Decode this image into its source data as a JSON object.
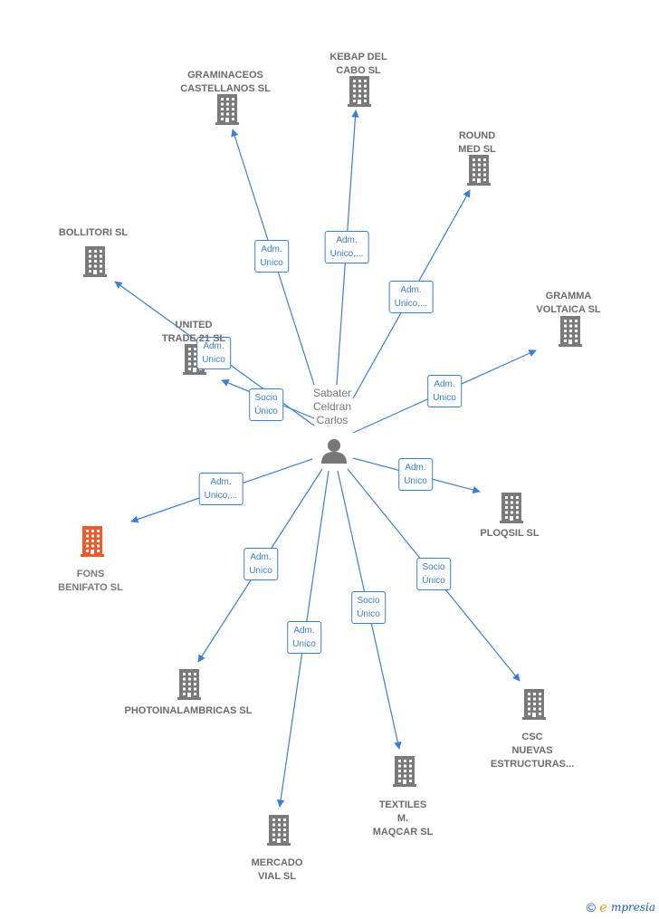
{
  "colors": {
    "edge": "#3a7fd5",
    "company_icon": "#7a7a7a",
    "focus_company_icon": "#ef5a2a",
    "person_icon": "#777777"
  },
  "center": {
    "label": "Sabater\nCeldran\nCarlos",
    "icon": "person-icon"
  },
  "companies": [
    {
      "id": "graminaceos",
      "label": "GRAMINACEOS\nCASTELLANOS SL",
      "focus": false
    },
    {
      "id": "kebap",
      "label": "KEBAP DEL\nCABO  SL",
      "focus": false
    },
    {
      "id": "round",
      "label": "ROUND\nMED SL",
      "focus": false
    },
    {
      "id": "bollitori",
      "label": "BOLLITORI SL",
      "focus": false
    },
    {
      "id": "united",
      "label": "UNITED\nTRADE 21  SL",
      "focus": false
    },
    {
      "id": "gramma",
      "label": "GRAMMA\nVOLTAICA SL",
      "focus": false
    },
    {
      "id": "ploqsil",
      "label": "PLOQSIL SL",
      "focus": false
    },
    {
      "id": "fons",
      "label": "FONS\nBENIFATO  SL",
      "focus": true
    },
    {
      "id": "photo",
      "label": "PHOTOINALAMBRICAS SL",
      "focus": false
    },
    {
      "id": "csc",
      "label": "CSC\nNUEVAS\nESTRUCTURAS...",
      "focus": false
    },
    {
      "id": "textiles",
      "label": "TEXTILES\nM.\nMAQCAR  SL",
      "focus": false
    },
    {
      "id": "mercado",
      "label": "MERCADO\nVIAL SL",
      "focus": false
    }
  ],
  "edges": [
    {
      "to": "graminaceos",
      "label": "Adm.\nUnico"
    },
    {
      "to": "kebap",
      "label": "Adm.\nUnico,..."
    },
    {
      "to": "round",
      "label": "Adm.\nUnico,..."
    },
    {
      "to": "bollitori",
      "label": "Adm.\nUnico"
    },
    {
      "to": "united",
      "label": "Socio\nÚnico"
    },
    {
      "to": "gramma",
      "label": "Adm.\nUnico"
    },
    {
      "to": "ploqsil",
      "label": "Adm.\nUnico"
    },
    {
      "to": "fons",
      "label": "Adm.\nUnico,..."
    },
    {
      "to": "photo",
      "label": "Adm.\nUnico"
    },
    {
      "to": "csc",
      "label": "Socio\nÚnico"
    },
    {
      "to": "textiles",
      "label": "Socio\nÚnico"
    },
    {
      "to": "mercado",
      "label": "Adm.\nUnico"
    }
  ],
  "brand": {
    "copyright": "©",
    "initial": "e",
    "rest": "mpresia"
  }
}
